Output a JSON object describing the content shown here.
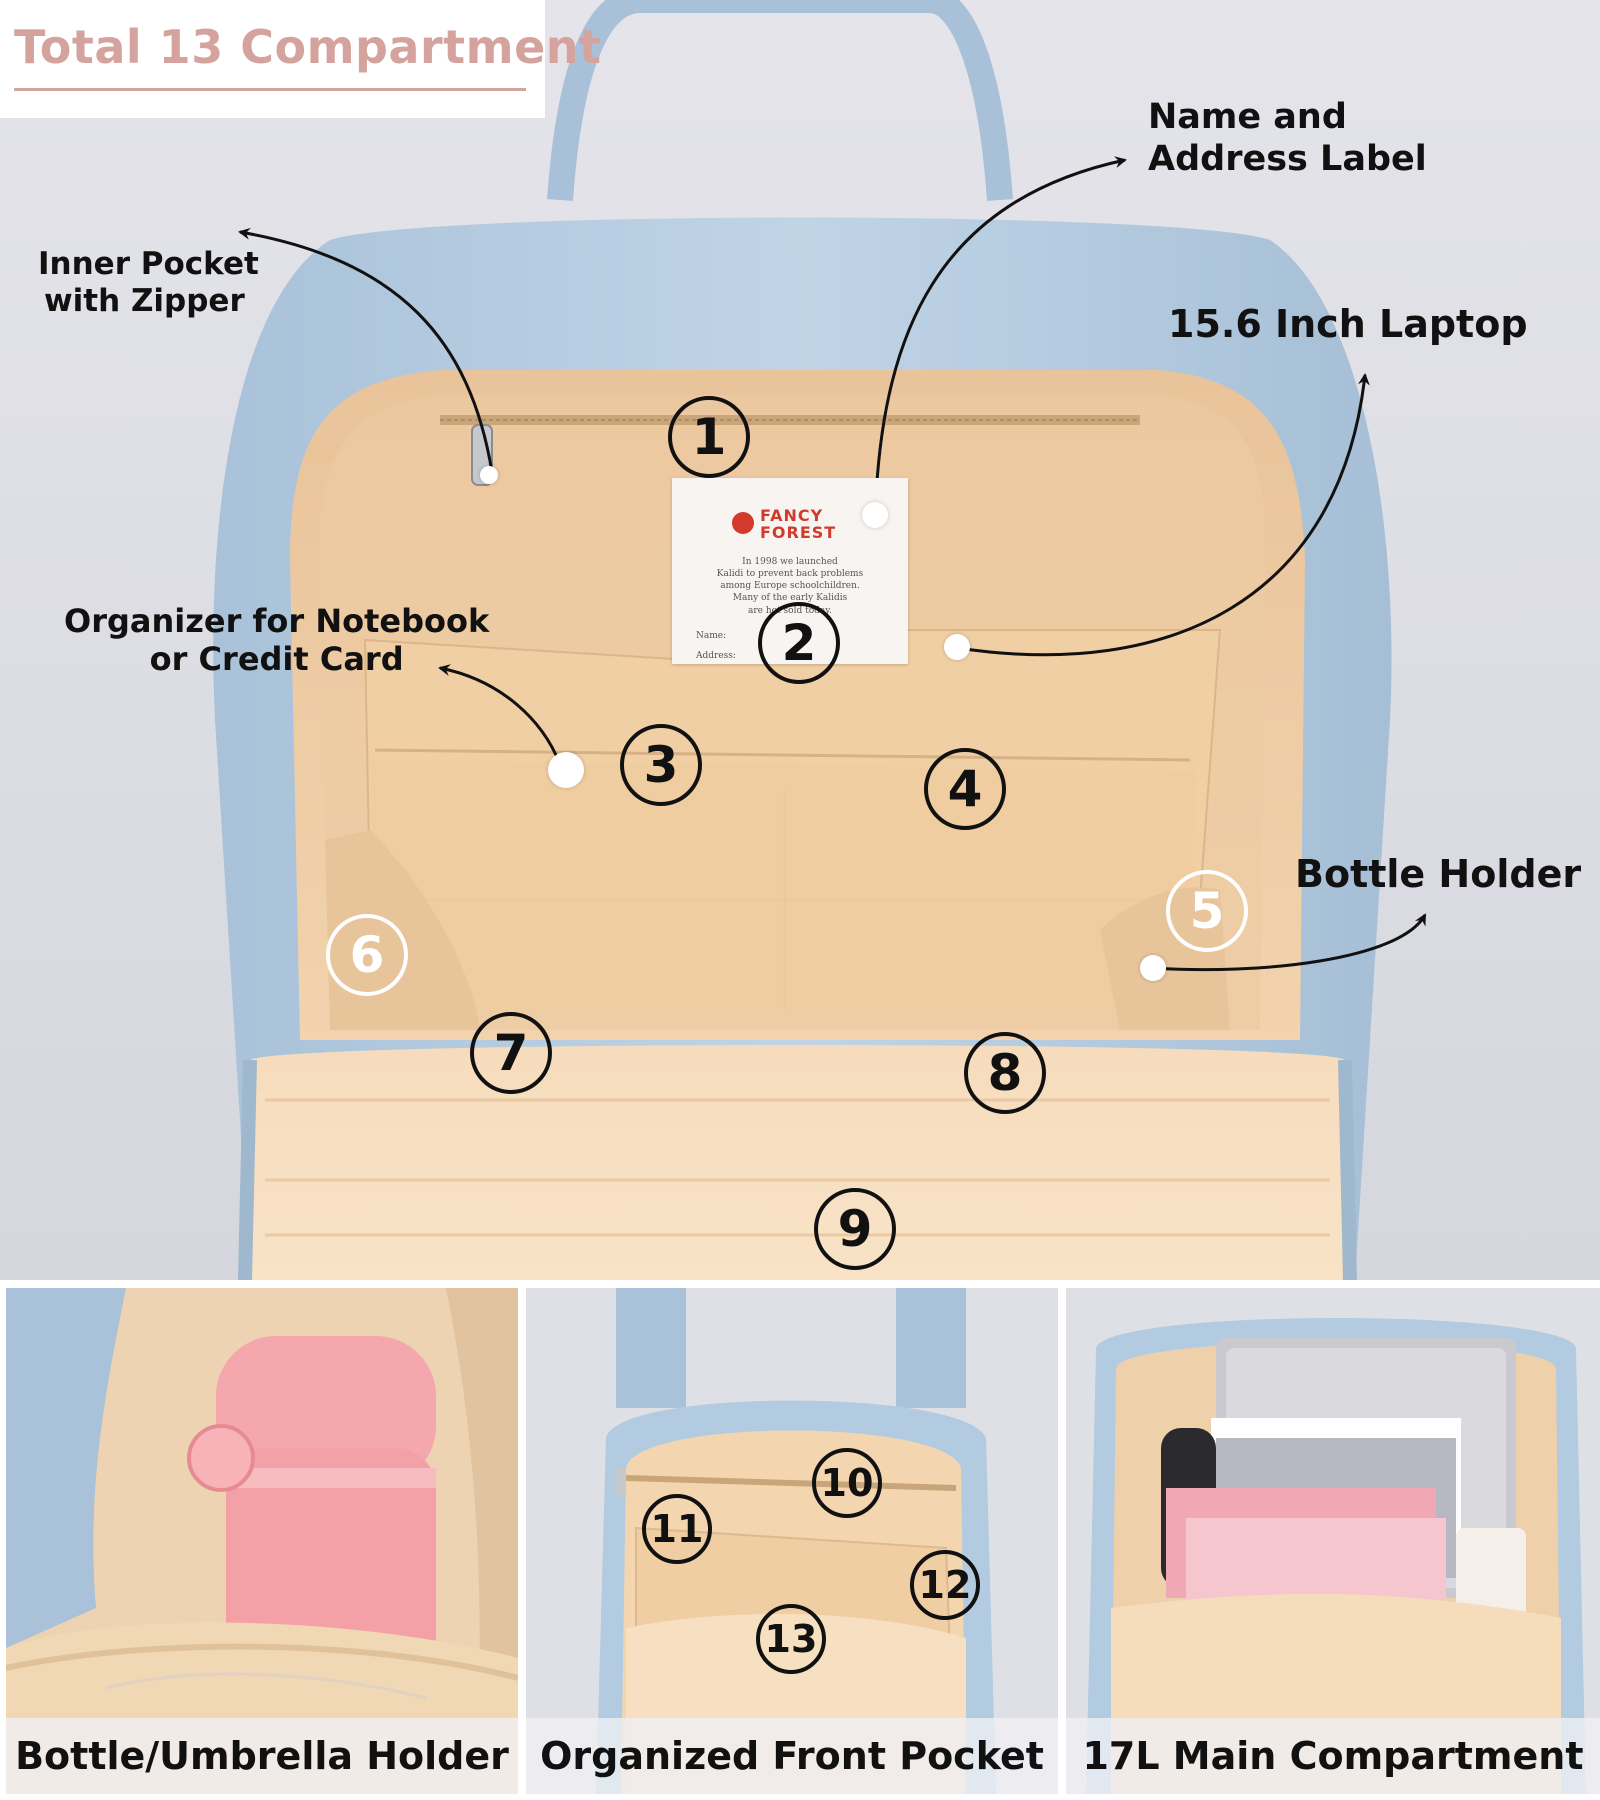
{
  "title": "Total 13 Compartment",
  "callouts": {
    "inner_pocket": [
      "Inner Pocket",
      "with Zipper"
    ],
    "name_label": [
      "Name  and",
      "Address Label"
    ],
    "laptop": "15.6 Inch Laptop",
    "organizer": [
      "Organizer for Notebook",
      "or Credit Card"
    ],
    "bottle_holder": "Bottle Holder"
  },
  "label_tag": {
    "brand": [
      "FANCY",
      "FOREST"
    ],
    "text_lines": [
      "In 1998 we launched",
      "Kalidi to prevent back problems",
      "among Europe schoolchildren.",
      "Many of the early Kalidis",
      "are hot sold today."
    ],
    "fields": [
      "Name:",
      "Address:"
    ]
  },
  "numbers": [
    "1",
    "2",
    "3",
    "4",
    "5",
    "6",
    "7",
    "8",
    "9",
    "10",
    "11",
    "12",
    "13"
  ],
  "panels": {
    "left": "Bottle/Umbrella Holder",
    "middle": "Organized Front Pocket",
    "right": "17L Main Compartment"
  },
  "colors": {
    "title": "#d4a39d",
    "bag_blue": "#b3cbe0",
    "lining": "#f0cfa6",
    "background": "#dcdde3"
  }
}
